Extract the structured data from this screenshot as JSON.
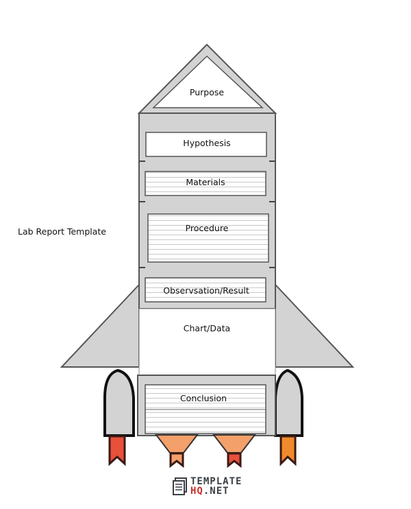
{
  "title": "Lab Report Template",
  "sections": {
    "purpose": "Purpose",
    "hypothesis": "Hypothesis",
    "materials": "Materials",
    "procedure": "Procedure",
    "observation": "Observsation/Result",
    "chart": "Chart/Data",
    "conclusion": "Conclusion"
  },
  "logo": {
    "line1": "TEMPLATE",
    "line2a": "HQ",
    "line2b": ".NET"
  },
  "colors": {
    "body": "#d3d3d3",
    "outline": "#555555",
    "flame_orange": "#f4a06a",
    "flag_red": "#e8503a",
    "flag_orange": "#f08a2c"
  }
}
